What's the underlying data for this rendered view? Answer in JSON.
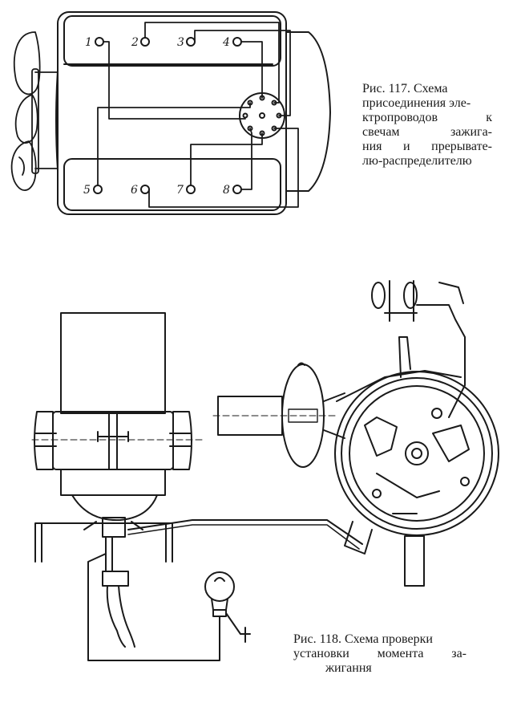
{
  "figure117": {
    "caption_lines": [
      "Рис. 117. Схема",
      "присоединения эле-",
      "ктропроводов к",
      "свечам зажига-",
      "ния и прерывате-",
      "лю-распределителю"
    ],
    "plug_labels_top": [
      "1",
      "2",
      "3",
      "4"
    ],
    "plug_labels_bottom": [
      "5",
      "6",
      "7",
      "8"
    ]
  },
  "figure118": {
    "caption_lines": [
      "Рис. 118. Схема проверки",
      "установки момента за-",
      "жигання"
    ]
  }
}
